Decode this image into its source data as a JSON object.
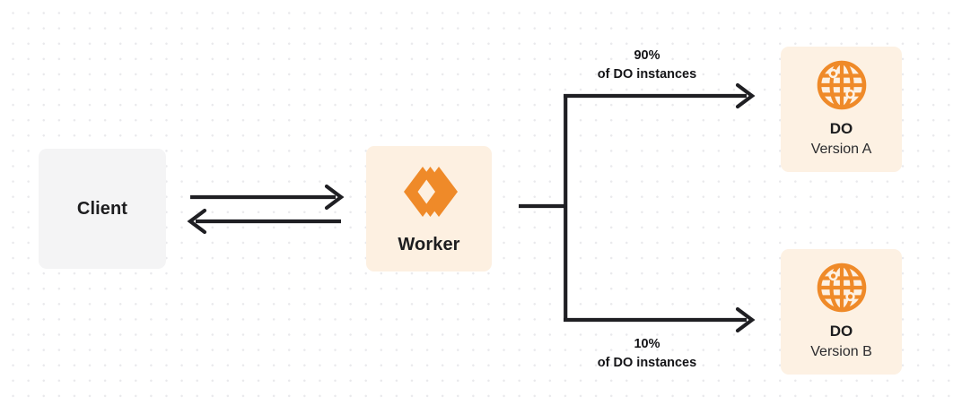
{
  "diagram": {
    "background": "#ffffff",
    "dot_color": "#e9e9ec",
    "accent_orange": "#ef8a29",
    "line_color": "#1f1f23"
  },
  "nodes": {
    "client": {
      "title": "Client",
      "fill": "#f4f4f5"
    },
    "worker": {
      "title": "Worker",
      "fill": "#fdf0e1",
      "icon": "cloudflare-workers-icon"
    },
    "do_a": {
      "title": "DO",
      "subtitle": "Version A",
      "fill": "#fdf1e3",
      "icon": "globe-icon"
    },
    "do_b": {
      "title": "DO",
      "subtitle": "Version B",
      "fill": "#fdf1e3",
      "icon": "globe-icon"
    }
  },
  "edges": {
    "client_to_worker": {
      "direction": "right"
    },
    "worker_to_client": {
      "direction": "left"
    },
    "worker_to_do_a": {
      "percent": "90%",
      "description": "of DO instances"
    },
    "worker_to_do_b": {
      "percent": "10%",
      "description": "of DO instances"
    }
  }
}
